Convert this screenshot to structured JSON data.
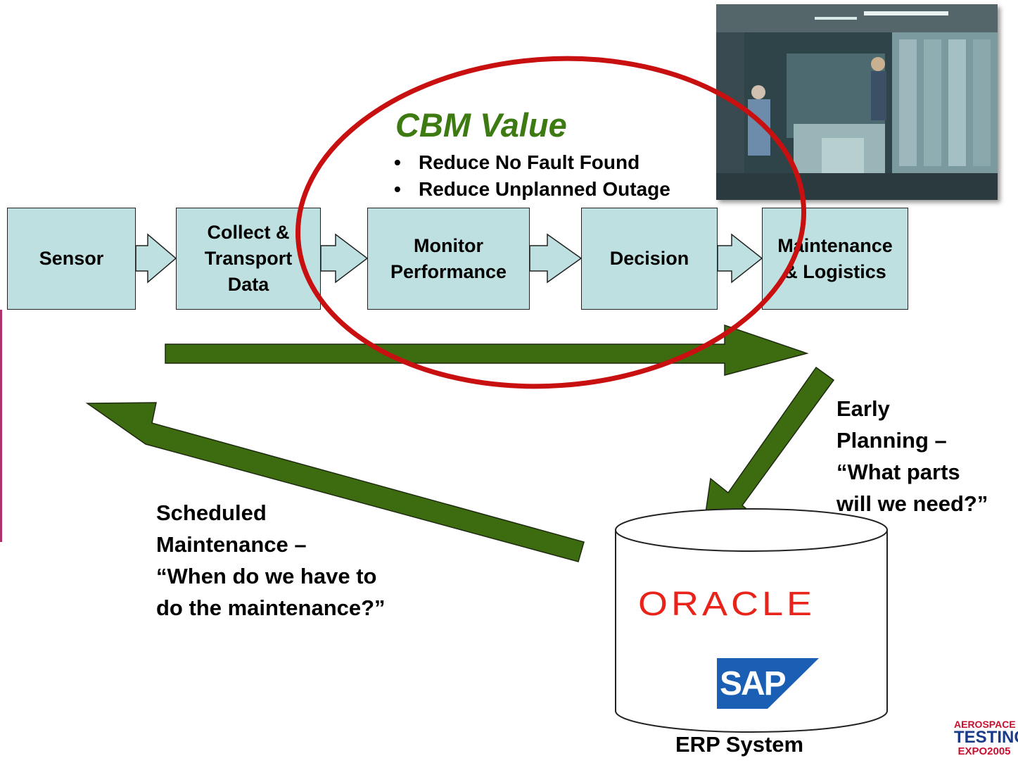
{
  "flow": {
    "steps": [
      "Sensor",
      "Collect &\nTransport\nData",
      "Monitor\nPerformance",
      "Decision",
      "Maintenance\n& Logistics"
    ]
  },
  "cbm": {
    "title": "CBM Value",
    "bullets": [
      "Reduce No Fault Found",
      "Reduce Unplanned Outage"
    ]
  },
  "labels": {
    "early_planning": "Early\nPlanning –\n“What parts\nwill we need?”",
    "scheduled": "Scheduled\nMaintenance –\n“When do we have to\ndo the maintenance?”",
    "erp": "ERP System"
  },
  "logos": {
    "oracle": "ORACLE",
    "sap": "SAP",
    "expo_line1": "AEROSPACE",
    "expo_line2": "TESTING",
    "expo_line3": "EXPO2005"
  },
  "photo": {
    "icon": "control-room-photo"
  },
  "colors": {
    "box_fill": "#bfe0e0",
    "arrow_green": "#3d6b10",
    "ellipse_red": "#c81010",
    "cbm_title_green": "#3d7a12",
    "oracle_red": "#e8231a",
    "sap_blue": "#1a5fb4"
  }
}
